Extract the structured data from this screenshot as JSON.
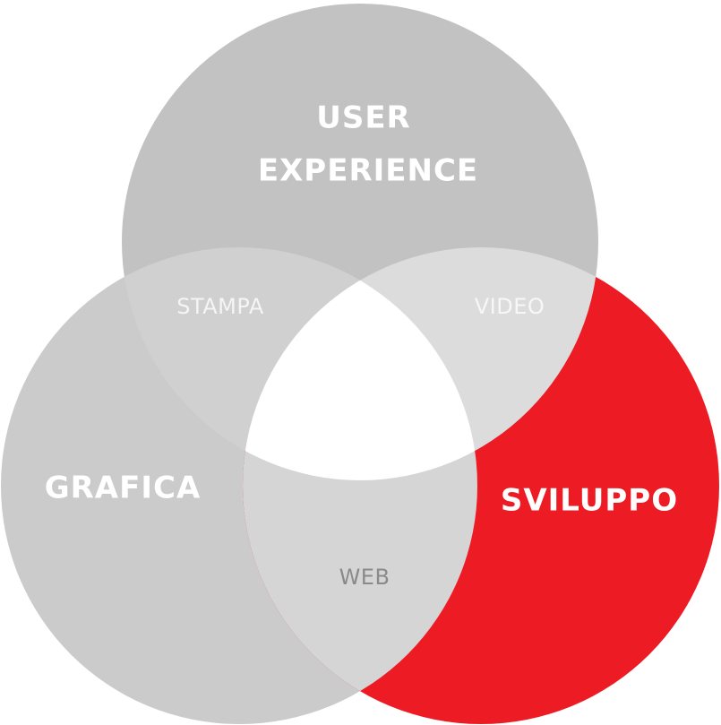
{
  "sets": {
    "user_experience": {
      "line1": "USER",
      "line2": "EXPERIENCE",
      "color": "#c2c2c2"
    },
    "grafica": {
      "label": "GRAFICA",
      "color": "#cbcbcb"
    },
    "sviluppo": {
      "label": "SVILUPPO",
      "color": "#ed1c24"
    }
  },
  "overlaps": {
    "stampa": {
      "label": "STAMPA",
      "color": "#d0d0d0",
      "text_color": "#f5f5f5"
    },
    "video": {
      "label": "VIDEO",
      "color": "#dcdcdc",
      "text_color": "#f7f7f7"
    },
    "web": {
      "label": "WEB",
      "color": "#d5d5d5",
      "text_color": "#8a8a8a"
    }
  },
  "center": {
    "color": "#ffffff"
  }
}
